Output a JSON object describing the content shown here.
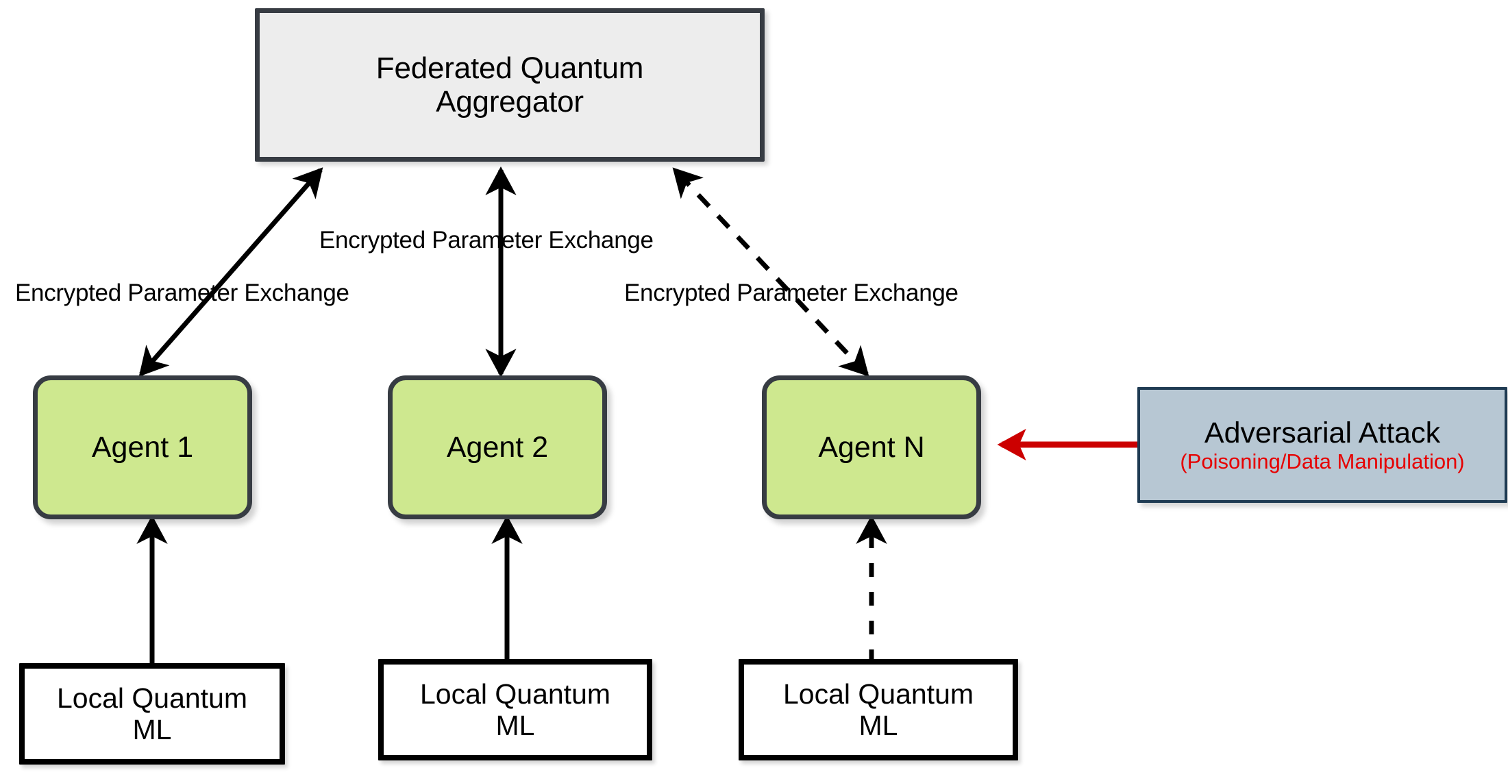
{
  "diagram": {
    "title": "Federated Quantum Machine Learning with Adversarial Attack",
    "nodes": {
      "aggregator": {
        "label": "Federated Quantum Aggregator",
        "line1": "Federated Quantum",
        "line2": "Aggregator",
        "fill": "#ededed",
        "stroke": "#373c43"
      },
      "agents": [
        {
          "label": "Agent 1",
          "fill": "#cee88f",
          "stroke": "#373c43"
        },
        {
          "label": "Agent 2",
          "fill": "#cee88f",
          "stroke": "#373c43"
        },
        {
          "label": "Agent N",
          "fill": "#cee88f",
          "stroke": "#373c43"
        }
      ],
      "local_ml": [
        {
          "line1": "Local Quantum",
          "line2": "ML",
          "fill": "#ffffff",
          "stroke": "#000000"
        },
        {
          "line1": "Local Quantum",
          "line2": "ML",
          "fill": "#ffffff",
          "stroke": "#000000"
        },
        {
          "line1": "Local Quantum",
          "line2": "ML",
          "fill": "#ffffff",
          "stroke": "#000000"
        }
      ],
      "attack": {
        "title": "Adversarial Attack",
        "subtitle": "(Poisoning/Data Manipulation)",
        "fill": "#b7c7d3",
        "stroke": "#1f3b53",
        "subtitle_color": "#e60000"
      }
    },
    "edge_labels": [
      {
        "text": "Encrypted Parameter Exchange"
      },
      {
        "text": "Encrypted Parameter Exchange"
      },
      {
        "text": "Encrypted Parameter Exchange"
      }
    ],
    "edges": [
      {
        "from": "Agent 1",
        "to": "Federated Quantum Aggregator",
        "style": "solid",
        "arrows": "both",
        "color": "#000000"
      },
      {
        "from": "Agent 2",
        "to": "Federated Quantum Aggregator",
        "style": "solid",
        "arrows": "both",
        "color": "#000000"
      },
      {
        "from": "Agent N",
        "to": "Federated Quantum Aggregator",
        "style": "dashed",
        "arrows": "both",
        "color": "#000000"
      },
      {
        "from": "Local Quantum ML",
        "to": "Agent 1",
        "style": "solid",
        "arrows": "end",
        "color": "#000000"
      },
      {
        "from": "Local Quantum ML",
        "to": "Agent 2",
        "style": "solid",
        "arrows": "end",
        "color": "#000000"
      },
      {
        "from": "Local Quantum ML",
        "to": "Agent N",
        "style": "dashed",
        "arrows": "end",
        "color": "#000000"
      },
      {
        "from": "Adversarial Attack",
        "to": "Agent N",
        "style": "solid",
        "arrows": "end",
        "color": "#cc0000"
      }
    ],
    "colors": {
      "agent_fill": "#cee88f",
      "aggregator_fill": "#ededed",
      "node_stroke": "#373c43",
      "attack_fill": "#b7c7d3",
      "attack_stroke": "#1f3b53",
      "attack_red": "#e60000",
      "arrow_red": "#cc0000",
      "arrow_black": "#000000",
      "background": "#ffffff"
    }
  }
}
